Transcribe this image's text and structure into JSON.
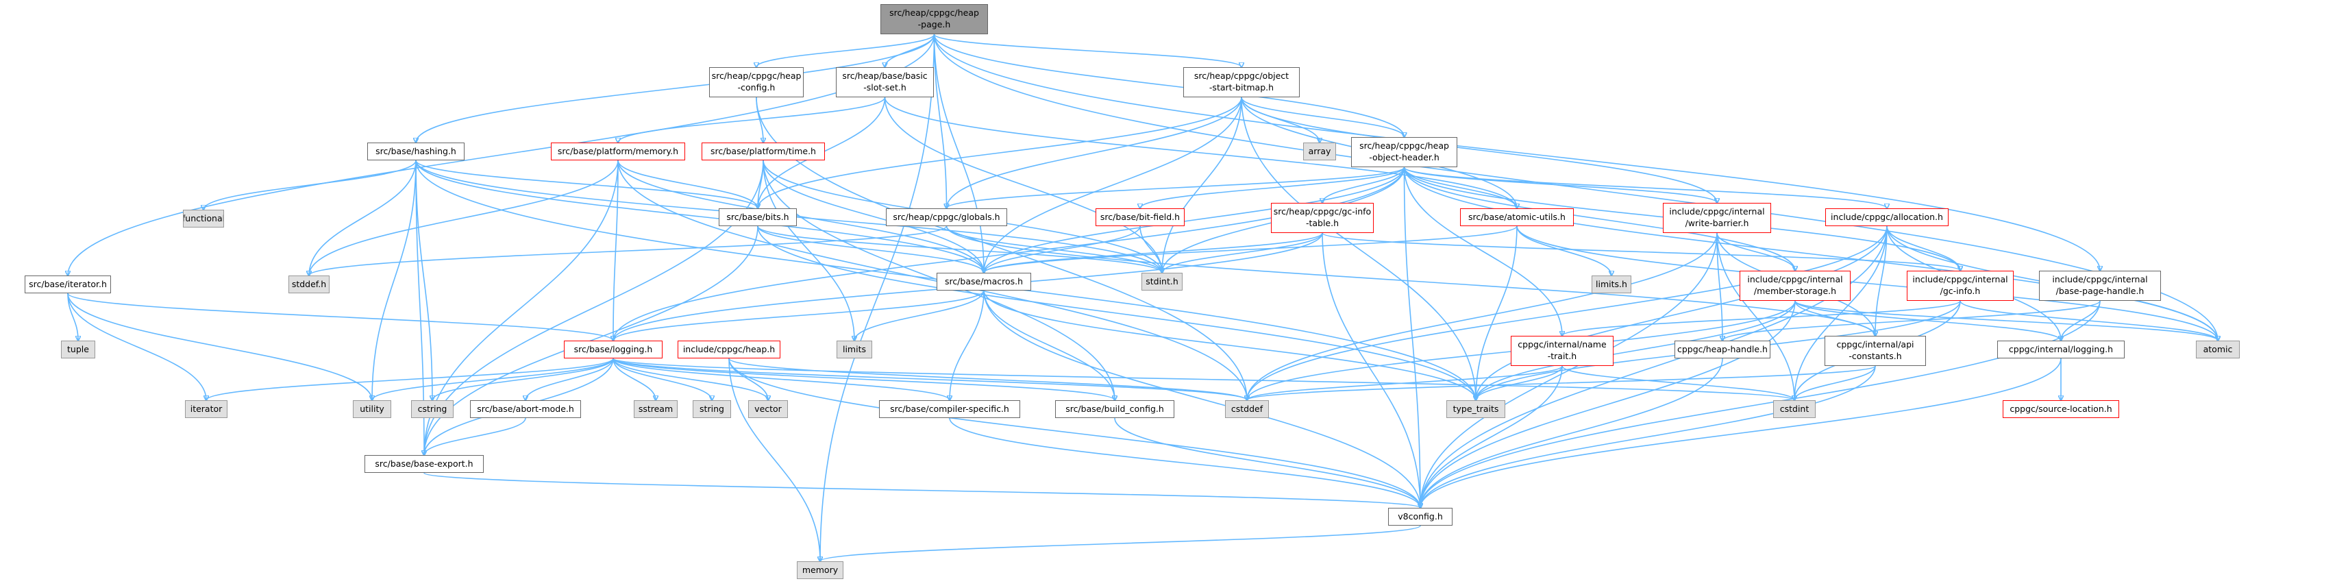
{
  "nodes": {
    "page_h": "src/heap/cppgc/heap\n-page.h",
    "heap_config": "src/heap/cppgc/heap\n-config.h",
    "basic_slot_set": "src/heap/base/basic\n-slot-set.h",
    "object_start_bitmap": "src/heap/cppgc/object\n-start-bitmap.h",
    "hashing": "src/base/hashing.h",
    "platform_memory": "src/base/platform/memory.h",
    "platform_time": "src/base/platform/time.h",
    "array": "array",
    "heap_object_header": "src/heap/cppgc/heap\n-object-header.h",
    "functional": "functional",
    "bits": "src/base/bits.h",
    "globals": "src/heap/cppgc/globals.h",
    "bit_field": "src/base/bit-field.h",
    "gc_info_table": "src/heap/cppgc/gc-info\n-table.h",
    "atomic_utils": "src/base/atomic-utils.h",
    "write_barrier": "include/cppgc/internal\n/write-barrier.h",
    "allocation": "include/cppgc/allocation.h",
    "iterator_h": "src/base/iterator.h",
    "stddef_h": "stddef.h",
    "stdint_h": "stdint.h",
    "macros": "src/base/macros.h",
    "limits_h": "limits.h",
    "member_storage": "include/cppgc/internal\n/member-storage.h",
    "gc_info": "include/cppgc/internal\n/gc-info.h",
    "base_page_handle": "include/cppgc/internal\n/base-page-handle.h",
    "tuple": "tuple",
    "logging": "src/base/logging.h",
    "heap_h": "include/cppgc/heap.h",
    "limits": "limits",
    "name_trait": "cppgc/internal/name\n-trait.h",
    "heap_handle": "cppgc/heap-handle.h",
    "api_constants": "cppgc/internal/api\n-constants.h",
    "cppgc_logging": "cppgc/internal/logging.h",
    "atomic": "atomic",
    "iterator": "iterator",
    "utility": "utility",
    "cstring": "cstring",
    "abort_mode": "src/base/abort-mode.h",
    "sstream": "sstream",
    "string": "string",
    "vector": "vector",
    "compiler_specific": "src/base/compiler-specific.h",
    "build_config": "src/base/build_config.h",
    "cstddef": "cstddef",
    "type_traits": "type_traits",
    "cstdint": "cstdint",
    "source_location": "cppgc/source-location.h",
    "base_export": "src/base/base-export.h",
    "v8config": "v8config.h",
    "memory": "memory"
  },
  "edges": [
    [
      "page_h",
      "heap_config"
    ],
    [
      "page_h",
      "basic_slot_set"
    ],
    [
      "page_h",
      "object_start_bitmap"
    ],
    [
      "page_h",
      "hashing"
    ],
    [
      "page_h",
      "iterator_h"
    ],
    [
      "page_h",
      "globals"
    ],
    [
      "page_h",
      "heap_object_header"
    ],
    [
      "page_h",
      "base_page_handle"
    ],
    [
      "page_h",
      "atomic"
    ],
    [
      "page_h",
      "memory"
    ],
    [
      "page_h",
      "macros"
    ],
    [
      "heap_config",
      "platform_time"
    ],
    [
      "heap_config",
      "cstddef"
    ],
    [
      "basic_slot_set",
      "platform_memory"
    ],
    [
      "basic_slot_set",
      "bits"
    ],
    [
      "basic_slot_set",
      "atomic_utils"
    ],
    [
      "basic_slot_set",
      "stdint_h"
    ],
    [
      "object_start_bitmap",
      "array"
    ],
    [
      "object_start_bitmap",
      "heap_object_header"
    ],
    [
      "object_start_bitmap",
      "globals"
    ],
    [
      "object_start_bitmap",
      "bits"
    ],
    [
      "object_start_bitmap",
      "macros"
    ],
    [
      "object_start_bitmap",
      "atomic_utils"
    ],
    [
      "object_start_bitmap",
      "stdint_h"
    ],
    [
      "object_start_bitmap",
      "type_traits"
    ],
    [
      "object_start_bitmap",
      "write_barrier"
    ],
    [
      "hashing",
      "functional"
    ],
    [
      "hashing",
      "stddef_h"
    ],
    [
      "hashing",
      "bits"
    ],
    [
      "hashing",
      "macros"
    ],
    [
      "hashing",
      "utility"
    ],
    [
      "hashing",
      "cstring"
    ],
    [
      "hashing",
      "type_traits"
    ],
    [
      "hashing",
      "stdint_h"
    ],
    [
      "hashing",
      "base_export"
    ],
    [
      "platform_memory",
      "bits"
    ],
    [
      "platform_memory",
      "macros"
    ],
    [
      "platform_memory",
      "logging"
    ],
    [
      "platform_memory",
      "base_export"
    ],
    [
      "platform_memory",
      "stddef_h"
    ],
    [
      "platform_memory",
      "cstddef"
    ],
    [
      "platform_time",
      "bits"
    ],
    [
      "platform_time",
      "macros"
    ],
    [
      "platform_time",
      "limits"
    ],
    [
      "platform_time",
      "base_export"
    ],
    [
      "platform_time",
      "build_config"
    ],
    [
      "platform_time",
      "stdint_h"
    ],
    [
      "heap_object_header",
      "bit_field"
    ],
    [
      "heap_object_header",
      "gc_info_table"
    ],
    [
      "heap_object_header",
      "atomic_utils"
    ],
    [
      "heap_object_header",
      "write_barrier"
    ],
    [
      "heap_object_header",
      "allocation"
    ],
    [
      "heap_object_header",
      "gc_info"
    ],
    [
      "heap_object_header",
      "member_storage"
    ],
    [
      "heap_object_header",
      "name_trait"
    ],
    [
      "heap_object_header",
      "globals"
    ],
    [
      "heap_object_header",
      "macros"
    ],
    [
      "heap_object_header",
      "stdint_h"
    ],
    [
      "heap_object_header",
      "atomic"
    ],
    [
      "heap_object_header",
      "v8config"
    ],
    [
      "heap_object_header",
      "logging"
    ],
    [
      "bits",
      "macros"
    ],
    [
      "bits",
      "stdint_h"
    ],
    [
      "bits",
      "type_traits"
    ],
    [
      "bits",
      "base_export"
    ],
    [
      "globals",
      "stddef_h"
    ],
    [
      "globals",
      "stdint_h"
    ],
    [
      "globals",
      "api_constants"
    ],
    [
      "bit_field",
      "macros"
    ],
    [
      "bit_field",
      "stdint_h"
    ],
    [
      "gc_info_table",
      "macros"
    ],
    [
      "gc_info_table",
      "logging"
    ],
    [
      "gc_info_table",
      "gc_info"
    ],
    [
      "gc_info_table",
      "stdint_h"
    ],
    [
      "gc_info_table",
      "v8config"
    ],
    [
      "atomic_utils",
      "macros"
    ],
    [
      "atomic_utils",
      "limits_h"
    ],
    [
      "atomic_utils",
      "type_traits"
    ],
    [
      "atomic_utils",
      "atomic"
    ],
    [
      "write_barrier",
      "heap_handle"
    ],
    [
      "write_barrier",
      "api_constants"
    ],
    [
      "write_barrier",
      "member_storage"
    ],
    [
      "write_barrier",
      "cstddef"
    ],
    [
      "write_barrier",
      "cstdint"
    ],
    [
      "write_barrier",
      "v8config"
    ],
    [
      "allocation",
      "gc_info"
    ],
    [
      "allocation",
      "api_constants"
    ],
    [
      "allocation",
      "cppgc_logging"
    ],
    [
      "allocation",
      "cstddef"
    ],
    [
      "allocation",
      "cstdint"
    ],
    [
      "allocation",
      "type_traits"
    ],
    [
      "allocation",
      "atomic"
    ],
    [
      "allocation",
      "v8config"
    ],
    [
      "iterator_h",
      "logging"
    ],
    [
      "iterator_h",
      "tuple"
    ],
    [
      "iterator_h",
      "iterator"
    ],
    [
      "iterator_h",
      "utility"
    ],
    [
      "macros",
      "limits"
    ],
    [
      "macros",
      "type_traits"
    ],
    [
      "macros",
      "compiler_specific"
    ],
    [
      "macros",
      "build_config"
    ],
    [
      "macros",
      "v8config"
    ],
    [
      "macros",
      "logging"
    ],
    [
      "member_storage",
      "api_constants"
    ],
    [
      "member_storage",
      "cppgc_logging"
    ],
    [
      "member_storage",
      "type_traits"
    ],
    [
      "member_storage",
      "cstddef"
    ],
    [
      "member_storage",
      "atomic"
    ],
    [
      "member_storage",
      "v8config"
    ],
    [
      "gc_info",
      "name_trait"
    ],
    [
      "gc_info",
      "cstdint"
    ],
    [
      "gc_info",
      "type_traits"
    ],
    [
      "gc_info",
      "atomic"
    ],
    [
      "base_page_handle",
      "heap_handle"
    ],
    [
      "base_page_handle",
      "cppgc_logging"
    ],
    [
      "base_page_handle",
      "v8config"
    ],
    [
      "logging",
      "iterator"
    ],
    [
      "logging",
      "utility"
    ],
    [
      "logging",
      "cstring"
    ],
    [
      "logging",
      "abort_mode"
    ],
    [
      "logging",
      "sstream"
    ],
    [
      "logging",
      "string"
    ],
    [
      "logging",
      "vector"
    ],
    [
      "logging",
      "compiler_specific"
    ],
    [
      "logging",
      "build_config"
    ],
    [
      "logging",
      "cstddef"
    ],
    [
      "logging",
      "cstdint"
    ],
    [
      "logging",
      "base_export"
    ],
    [
      "heap_h",
      "vector"
    ],
    [
      "heap_h",
      "memory"
    ],
    [
      "heap_h",
      "cstddef"
    ],
    [
      "heap_h",
      "v8config"
    ],
    [
      "name_trait",
      "cstddef"
    ],
    [
      "name_trait",
      "cstdint"
    ],
    [
      "name_trait",
      "type_traits"
    ],
    [
      "name_trait",
      "v8config"
    ],
    [
      "heap_handle",
      "v8config"
    ],
    [
      "api_constants",
      "cstddef"
    ],
    [
      "api_constants",
      "cstdint"
    ],
    [
      "api_constants",
      "v8config"
    ],
    [
      "cppgc_logging",
      "source_location"
    ],
    [
      "cppgc_logging",
      "v8config"
    ],
    [
      "abort_mode",
      "base_export"
    ],
    [
      "compiler_specific",
      "v8config"
    ],
    [
      "build_config",
      "v8config"
    ],
    [
      "base_export",
      "v8config"
    ],
    [
      "v8config",
      "memory"
    ]
  ]
}
